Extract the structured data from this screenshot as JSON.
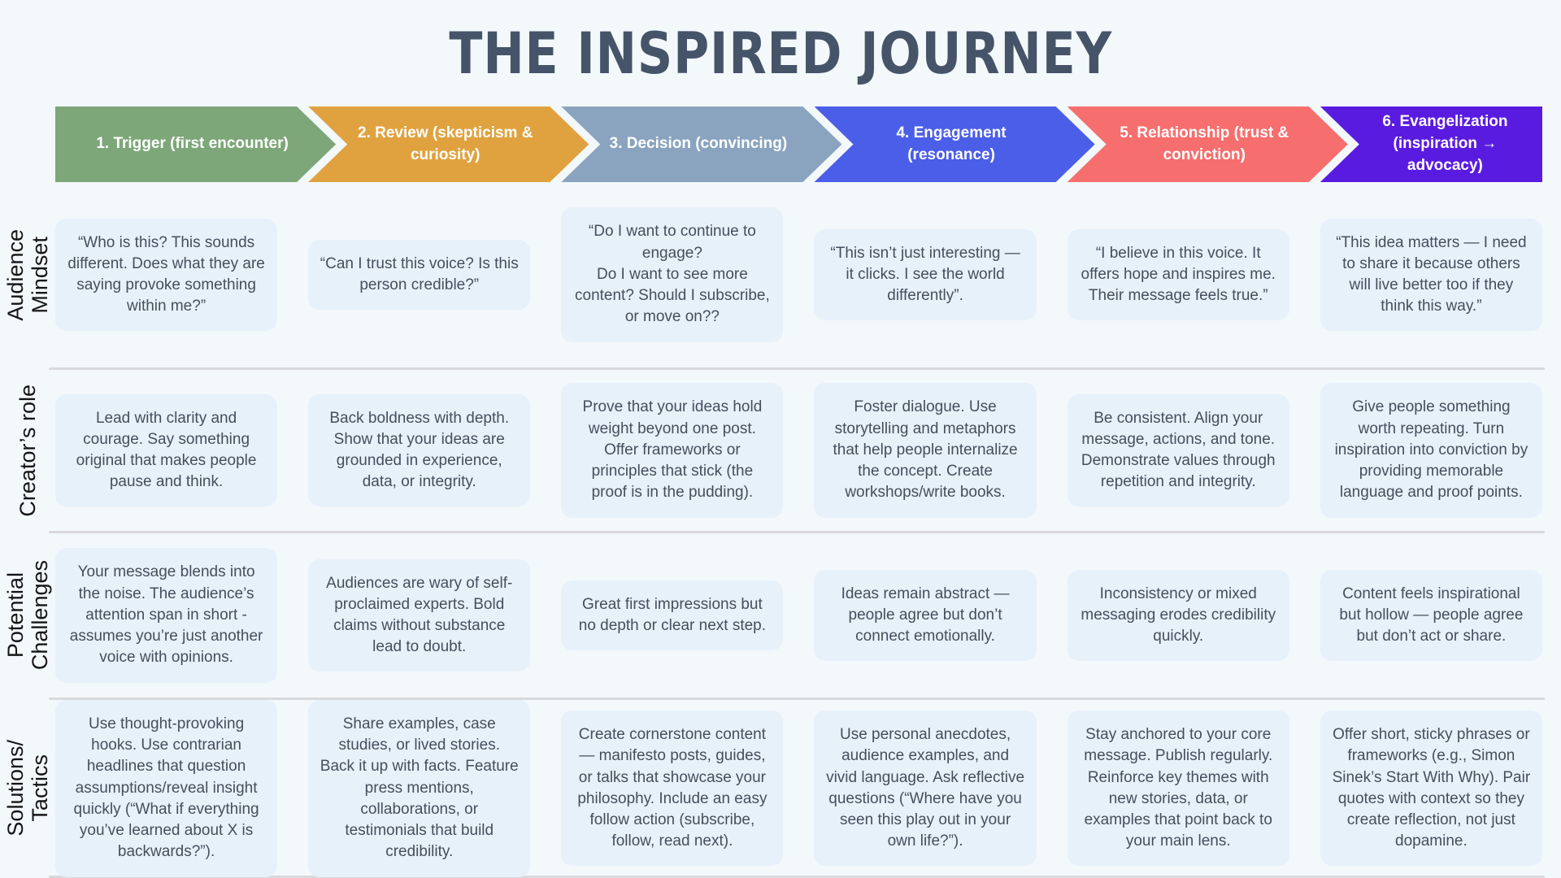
{
  "title": "THE INSPIRED JOURNEY",
  "colors": {
    "background": "#F3F8FB",
    "title_text": "#455468",
    "card_background": "#E7F1FA",
    "card_text": "#464E5D",
    "divider": "#D8D9DA",
    "row_label_text": "#151515",
    "arrow_text": "#FFFFFF"
  },
  "stages": [
    {
      "name": "1. Trigger",
      "subtitle": "(first encounter)",
      "color": "#7DA778"
    },
    {
      "name": "2. Review",
      "subtitle": "(skepticism & curiosity)",
      "color": "#E0A23F"
    },
    {
      "name": "3. Decision",
      "subtitle": "(convincing)",
      "color": "#8AA4BF"
    },
    {
      "name": "4. Engagement",
      "subtitle": "(resonance)",
      "color": "#4B5EE7"
    },
    {
      "name": "5. Relationship",
      "subtitle": "(trust & conviction)",
      "color": "#F76E6E"
    },
    {
      "name": "6. Evangelization",
      "subtitle": "(inspiration → advocacy)",
      "color": "#5A1BE0"
    }
  ],
  "rows": [
    {
      "label": "Audience Mindset",
      "label_lines": [
        "Audience",
        "Mindset"
      ],
      "cells": [
        "“Who is this? This sounds different. Does what they are saying provoke something within me?”",
        "“Can I trust this voice? Is this person credible?”",
        "“Do I want to continue to engage?\nDo I want to see more content? Should I subscribe, or move on??",
        "“This isn’t just interesting — it clicks. I see the world differently”.",
        "“I believe in this voice. It offers hope and inspires me. Their message feels true.”",
        "“This idea matters — I need to share it because others will live better too if they think this way.”"
      ]
    },
    {
      "label": "Creator’s role",
      "label_lines": [
        "Creator’s role"
      ],
      "cells": [
        "Lead with clarity and courage. Say something original that makes people pause and think.",
        "Back boldness with depth. Show that your ideas are grounded in experience, data, or integrity.",
        "Prove that your ideas hold weight beyond one post. Offer frameworks or principles that stick (the proof is in the pudding).",
        "Foster dialogue. Use storytelling and metaphors that help people internalize the concept. Create workshops/write books.",
        "Be consistent. Align your message, actions, and tone. Demonstrate values through repetition and integrity.",
        "Give people something worth repeating. Turn inspiration into conviction by providing memorable language and proof points."
      ]
    },
    {
      "label": "Potential Challenges",
      "label_lines": [
        "Potential",
        "Challenges"
      ],
      "cells": [
        "Your message blends into the noise. The audience’s attention span in short - assumes you’re just another voice with opinions.",
        "Audiences are wary of self-proclaimed experts. Bold claims without substance lead to doubt.",
        "Great first impressions but no depth or clear next step.",
        "Ideas remain abstract — people agree but don’t connect emotionally.",
        "Inconsistency or mixed messaging erodes credibility quickly.",
        "Content feels inspirational but hollow — people agree but don’t act or share."
      ]
    },
    {
      "label": "Solutions/Tactics",
      "label_lines": [
        "Solutions/",
        "Tactics"
      ],
      "cells": [
        "Use thought-provoking hooks. Use contrarian headlines that question assumptions/reveal insight quickly (“What if everything you’ve learned about X is backwards?”).",
        "Share examples, case studies, or lived stories. Back it up with facts. Feature press mentions, collaborations, or testimonials that build credibility.",
        "Create cornerstone content — manifesto posts, guides, or talks that showcase your philosophy. Include an easy follow action (subscribe, follow, read next).",
        "Use personal anecdotes, audience examples, and vivid language. Ask reflective questions (“Where have you seen this play out in your own life?”).",
        "Stay anchored to your core message. Publish regularly. Reinforce key themes with new stories, data, or examples that point back to your main lens.",
        "Offer short, sticky phrases or frameworks (e.g., Simon Sinek’s Start With Why). Pair quotes with context so they create reflection, not just dopamine."
      ]
    }
  ]
}
